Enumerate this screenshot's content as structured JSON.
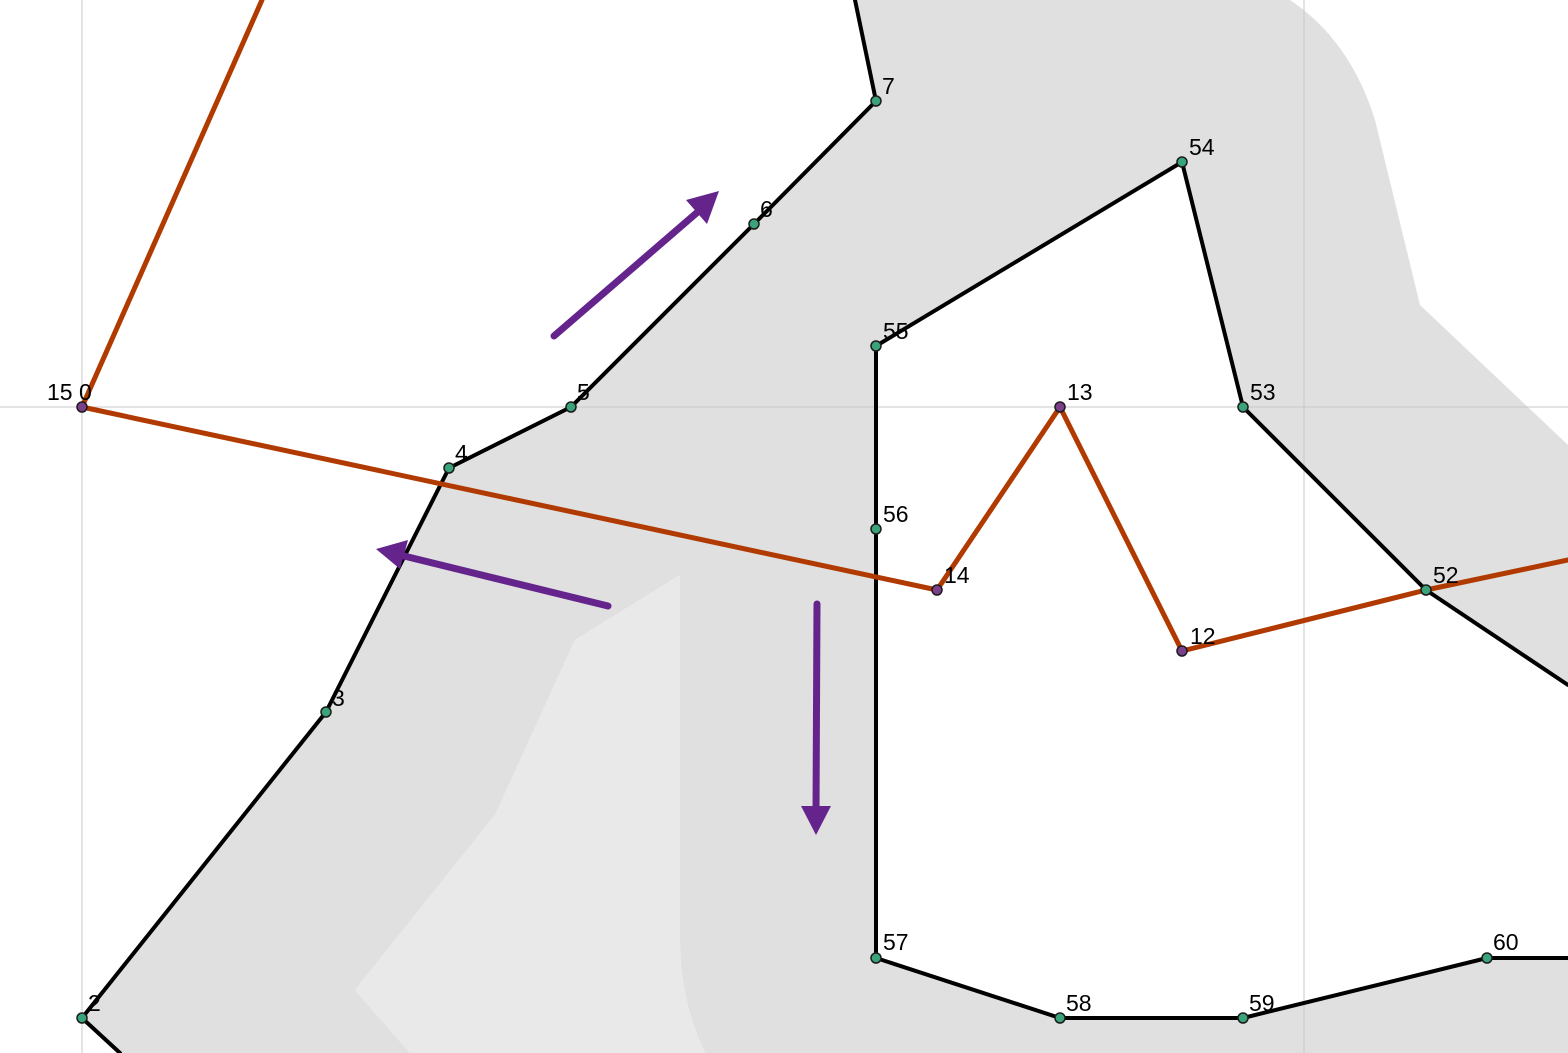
{
  "diagram": {
    "colors": {
      "background": "#ffffff",
      "region_fill": "#e0e0e0",
      "region_fill_light": "#e9e9e9",
      "grid_line": "#c8c8c8",
      "polygon_edge": "#000000",
      "orange_edge": "#b03a00",
      "node_fill": "#3aa37a",
      "purple_node_fill": "#7b3f8c",
      "arrow": "#64248c"
    },
    "node_labels": {
      "n15_0": "15 0",
      "n2": "2",
      "n3": "3",
      "n4": "4",
      "n5": "5",
      "n6": "6",
      "n7": "7",
      "n12": "12",
      "n13": "13",
      "n14": "14",
      "n52": "52",
      "n53": "53",
      "n54": "54",
      "n55": "55",
      "n56": "56",
      "n57": "57",
      "n58": "58",
      "n59": "59",
      "n60": "60"
    },
    "arrows": [
      {
        "name": "arrow-up-right-icon",
        "direction": "up-right"
      },
      {
        "name": "arrow-left-icon",
        "direction": "left"
      },
      {
        "name": "arrow-down-icon",
        "direction": "down"
      }
    ]
  }
}
